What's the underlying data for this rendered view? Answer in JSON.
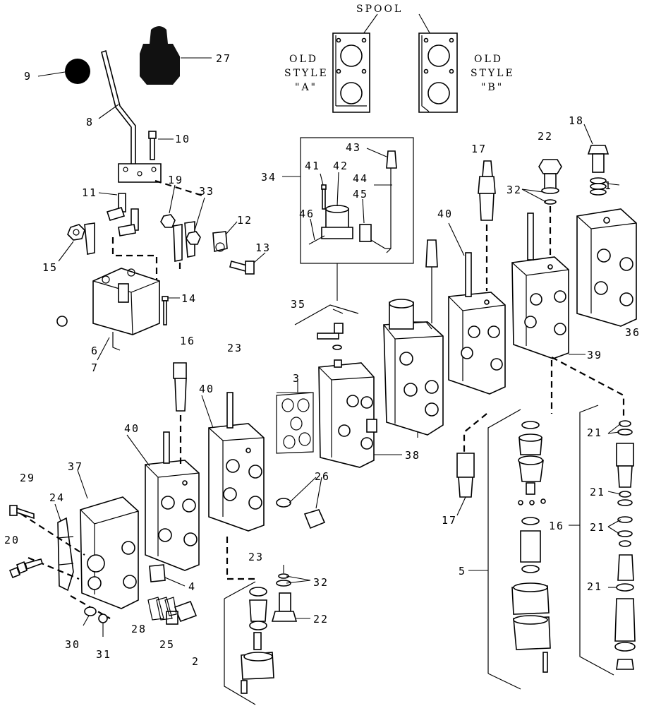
{
  "captions": {
    "spool": "SPOOL",
    "old_style_a_1": "OLD",
    "old_style_a_2": "STYLE",
    "old_style_a_3": "\"A\"",
    "old_style_b_1": "OLD",
    "old_style_b_2": "STYLE",
    "old_style_b_3": "\"B\""
  },
  "callouts": {
    "c1": "1",
    "c2": "2",
    "c3": "3",
    "c4": "4",
    "c5": "5",
    "c6": "6",
    "c7": "7",
    "c8": "8",
    "c9": "9",
    "c10": "10",
    "c11": "11",
    "c12": "12",
    "c13": "13",
    "c14": "14",
    "c15": "15",
    "c16a": "16",
    "c16b": "16",
    "c17a": "17",
    "c17b": "17",
    "c18": "18",
    "c19": "19",
    "c20": "20",
    "c21a": "21",
    "c21b": "21",
    "c21c": "21",
    "c21d": "21",
    "c22a": "22",
    "c22b": "22",
    "c23a": "23",
    "c23b": "23",
    "c24": "24",
    "c25": "25",
    "c26": "26",
    "c27": "27",
    "c28": "28",
    "c29": "29",
    "c30": "30",
    "c31": "31",
    "c32a": "32",
    "c32b": "32",
    "c33": "33",
    "c34": "34",
    "c35": "35",
    "c36": "36",
    "c37": "37",
    "c38": "38",
    "c39": "39",
    "c40a": "40",
    "c40b": "40",
    "c40c": "40",
    "c41": "41",
    "c42": "42",
    "c43": "43",
    "c44": "44",
    "c45": "45",
    "c46": "46"
  }
}
